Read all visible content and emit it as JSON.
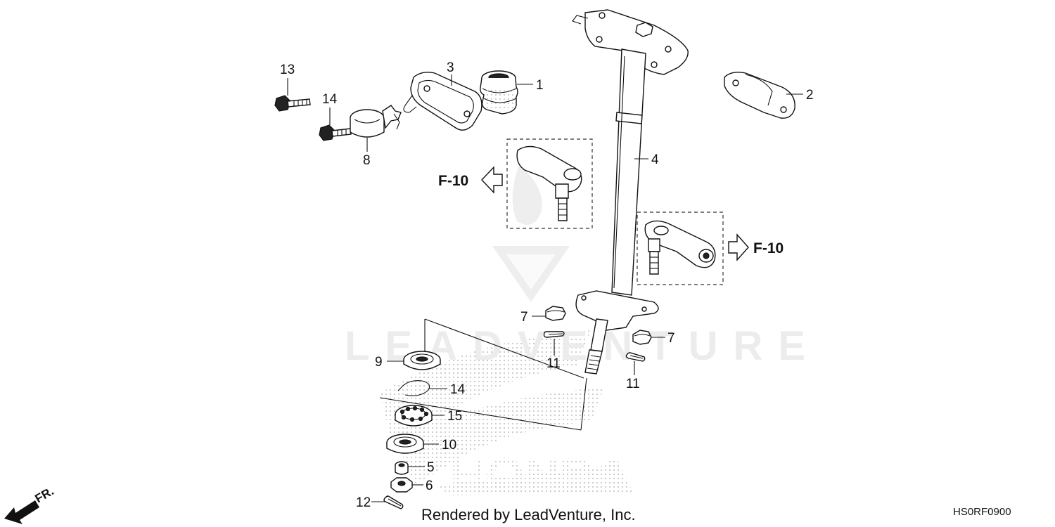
{
  "diagram": {
    "callouts": [
      "1",
      "2",
      "3",
      "4",
      "5",
      "6",
      "7",
      "7",
      "8",
      "9",
      "10",
      "11",
      "11",
      "12",
      "13",
      "14",
      "14",
      "15"
    ],
    "refs": {
      "left": "F-10",
      "right": "F-10"
    },
    "direction_label": "FR.",
    "watermark_text": "LEADVENTURE",
    "watermark_logo": "HONDA",
    "footer": "Rendered by LeadVenture, Inc.",
    "diagram_code": "HS0RF0900"
  }
}
